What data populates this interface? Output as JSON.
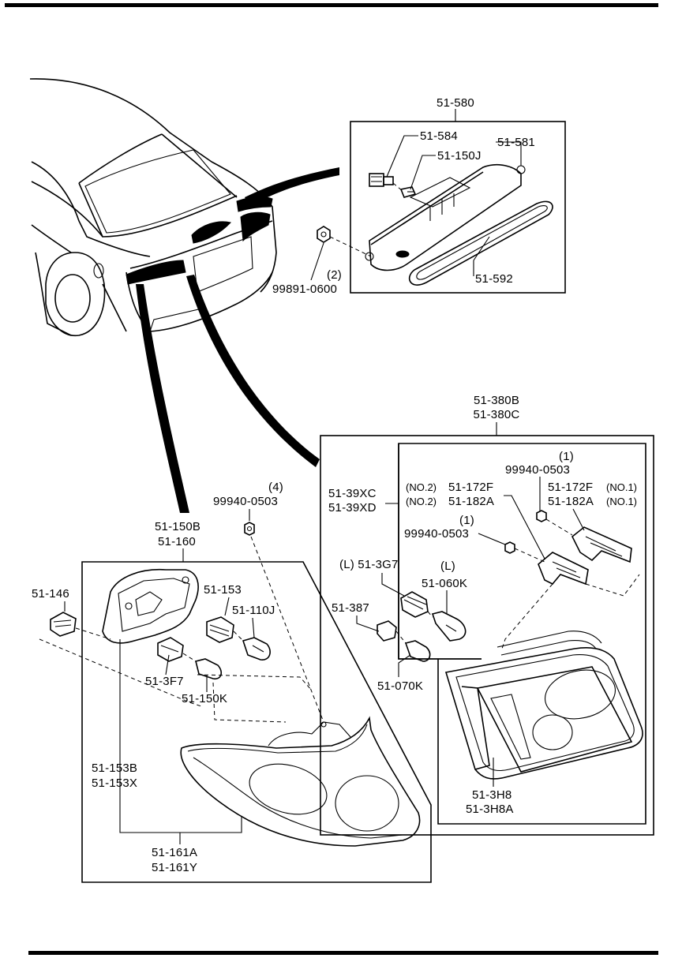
{
  "diagram": {
    "callouts": {
      "high_mount_lamp_assy": "51-580",
      "socket_584": "51-584",
      "bulb_150J": "51-150J",
      "lens_581": "51-581",
      "gasket_592": "51-592",
      "nut_qty_2": "(2)",
      "nut_99891": "99891-0600",
      "inner_lamp_assy_a": "51-380B",
      "inner_lamp_assy_b": "51-380C",
      "bracket_39XC": "51-39XC",
      "bracket_39XD": "51-39XD",
      "no2_tag_a": "(NO.2)",
      "no2_tag_b": "(NO.2)",
      "part_172F_no2": "51-172F",
      "part_182A_no2": "51-182A",
      "qty_1_a": "(1)",
      "nut_99940_a": "99940-0503",
      "part_172F_no1": "51-172F",
      "part_182A_no1": "51-182A",
      "no1_tag_a": "(NO.1)",
      "no1_tag_b": "(NO.1)",
      "qty_1_b": "(1)",
      "nut_99940_b": "99940-0503",
      "socket_3G7": "(L) 51-3G7",
      "left_tag": "(L)",
      "bulb_060K": "51-060K",
      "socket_387": "51-387",
      "bulb_070K": "51-070K",
      "lens_3H8": "51-3H8",
      "lens_3H8A": "51-3H8A",
      "qty_4": "(4)",
      "nut_99940_c": "99940-0503",
      "outer_lamp_150B": "51-150B",
      "outer_lamp_160": "51-160",
      "socket_146": "51-146",
      "socket_153": "51-153",
      "bulb_110J": "51-110J",
      "socket_3F7": "51-3F7",
      "bulb_150K": "51-150K",
      "gasket_153B": "51-153B",
      "gasket_153X": "51-153X",
      "housing_161A": "51-161A",
      "housing_161Y": "51-161Y"
    }
  }
}
